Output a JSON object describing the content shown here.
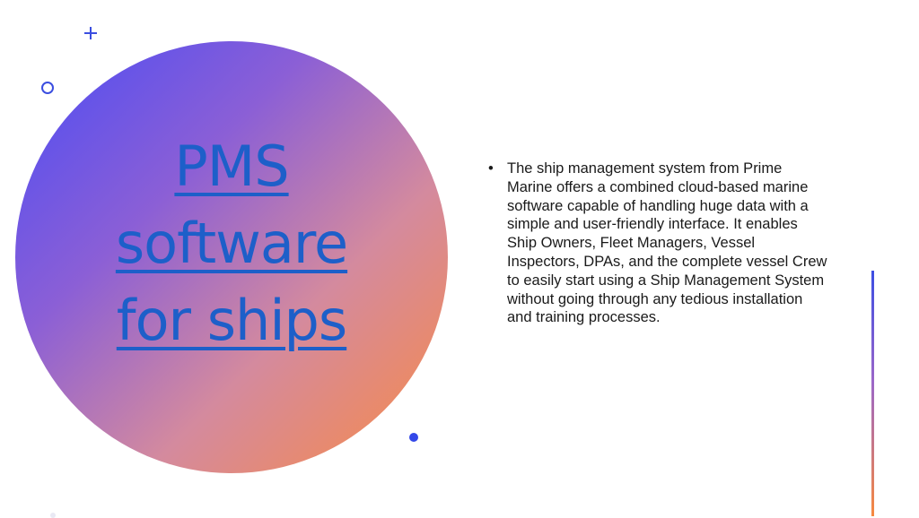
{
  "slide": {
    "title_lines": [
      "PMS",
      "software",
      "for ships"
    ],
    "bullets": [
      "The ship management system from Prime Marine offers a combined cloud-based marine software capable of handling huge data with a simple and user-friendly interface. It enables Ship Owners, Fleet Managers, Vessel Inspectors, DPAs, and the complete vessel Crew to easily start using a Ship Management System without going through any tedious installation and training processes."
    ],
    "bullet_symbol": "•"
  },
  "icons": {
    "plus": "plus-icon",
    "ring": "ring-icon",
    "dot": "dot-icon"
  },
  "colors": {
    "title_link": "#1d5fc9",
    "circle_start": "#4a4cf5",
    "circle_end": "#f98b44",
    "accent_top": "#3d4ee3",
    "accent_bottom": "#f7893f",
    "body_text": "#1a1a1a"
  }
}
